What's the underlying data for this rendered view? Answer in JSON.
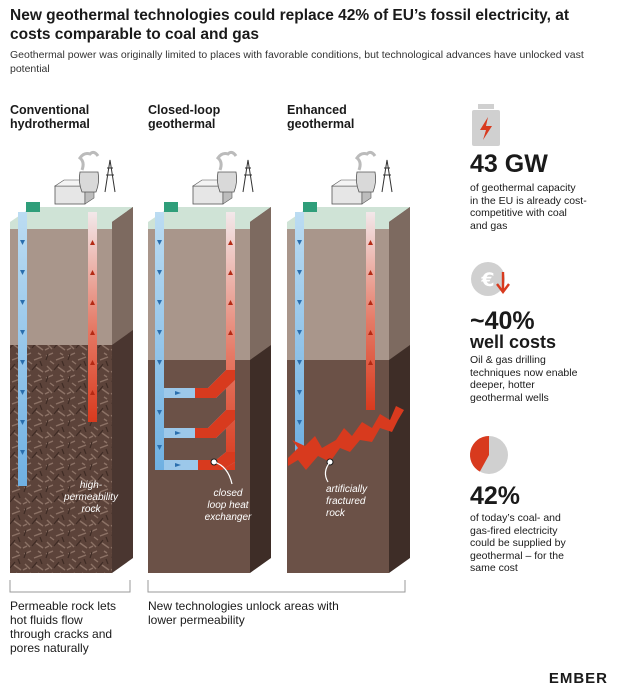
{
  "header": {
    "title": "New geothermal technologies could replace 42% of EU’s fossil electricity, at costs comparable to coal and gas",
    "subtitle": "Geothermal power was originally limited to places with favorable conditions, but technological advances have unlocked vast potential"
  },
  "columns": [
    {
      "label": "Conventional\nhydrothermal"
    },
    {
      "label": "Closed-loop\ngeothermal"
    },
    {
      "label": "Enhanced\ngeothermal"
    }
  ],
  "annotations": {
    "high_perm": "high-\npermeability\nrock",
    "closed_loop": "closed\nloop heat\nexchanger",
    "fractured": "artificially\nfractured\nrock"
  },
  "bottom": {
    "left": "Permeable rock lets\nhot fluids flow\nthrough cracks and\npores naturally",
    "right": "New technologies unlock areas with\nlower permeability"
  },
  "stats": [
    {
      "icon": "battery-lightning-icon",
      "value": "43 GW",
      "desc": "of geothermal capacity\nin the EU is already cost-\ncompetitive with coal\nand gas"
    },
    {
      "icon": "euro-down-icon",
      "value": "~40%",
      "value2": "well costs",
      "desc": "Oil & gas drilling\ntechniques now enable\ndeeper, hotter\ngeothermal wells"
    },
    {
      "icon": "pie-42-icon",
      "value": "42%",
      "share": 0.42,
      "desc": "of today’s coal- and\ngas-fired electricity\ncould be supplied by\ngeothermal – for the\nsame cost"
    }
  ],
  "brand": {
    "logo": "EMBER"
  },
  "colors": {
    "hot": "#d83a1e",
    "cold": "#7cb9e8",
    "rock_upper": "#a9968b",
    "rock_lower": "#6b5147",
    "surface": "#cfe3d6"
  }
}
